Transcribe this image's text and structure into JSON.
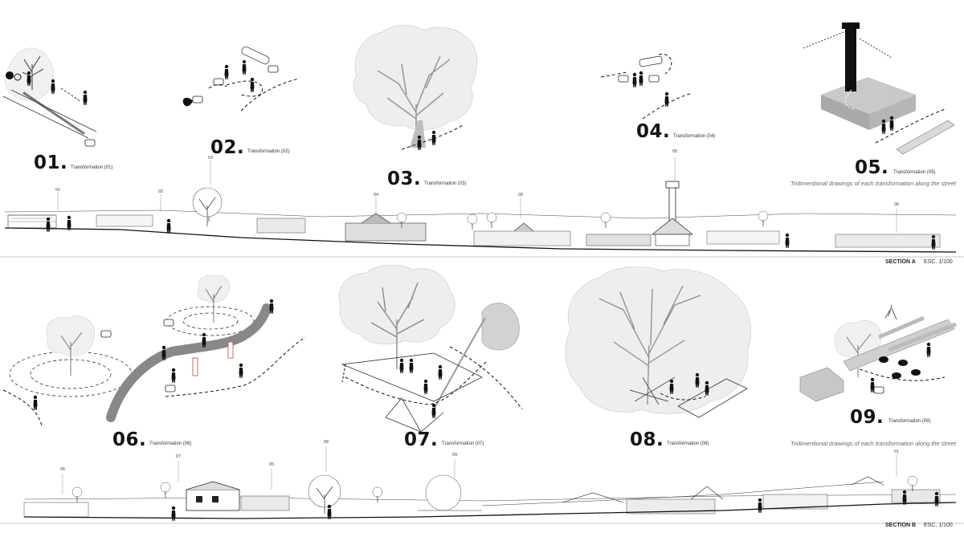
{
  "transformations": [
    {
      "number": "01.",
      "caption": "Transformation (01)"
    },
    {
      "number": "02.",
      "caption": "Transformation (02)"
    },
    {
      "number": "03.",
      "caption": "Transformation (03)"
    },
    {
      "number": "04.",
      "caption": "Transformation (04)"
    },
    {
      "number": "05.",
      "caption": "Transformation (05)"
    },
    {
      "number": "06.",
      "caption": "Transformation (06)"
    },
    {
      "number": "07.",
      "caption": "Transformation (07)"
    },
    {
      "number": "08.",
      "caption": "Transformation (08)"
    },
    {
      "number": "09.",
      "caption": "Transformation (09)"
    }
  ],
  "note_top": "Tridimentional drawings of each transformation along the street",
  "note_bottom": "Tridimentional drawings of each transformation along the street",
  "section_a": {
    "name": "SECTION A",
    "scale": "ESC. 1/100",
    "markers": [
      "01",
      "02",
      "03",
      "04",
      "09",
      "05",
      "06"
    ]
  },
  "section_b": {
    "name": "SECTION B",
    "scale": "ESC. 1/100",
    "markers": [
      "06",
      "07",
      "05",
      "08",
      "09",
      "01"
    ]
  },
  "colors": {
    "ink": "#1a1a1a",
    "tree_fill": "#e6e6e6",
    "block_fill": "#b8b8b8",
    "caption_gray": "#666666"
  }
}
